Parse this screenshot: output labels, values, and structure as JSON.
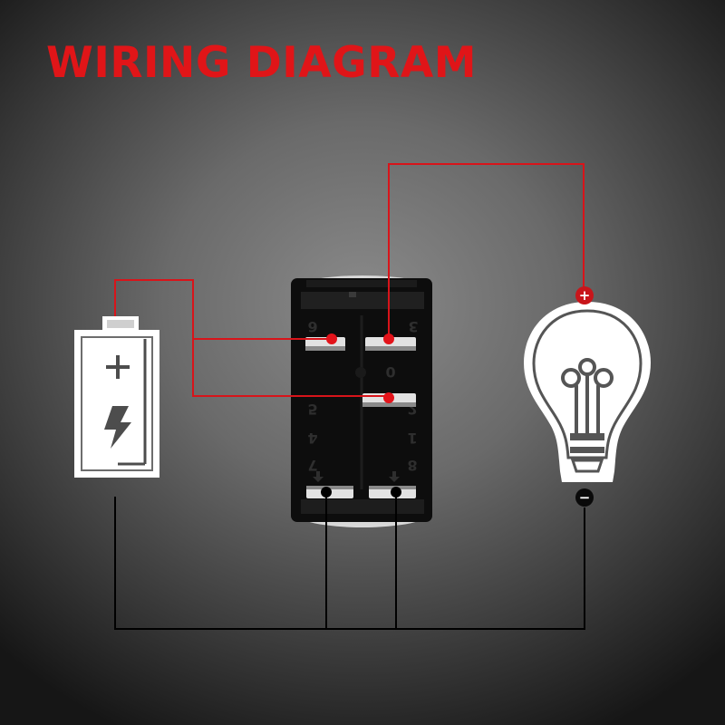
{
  "title": "WIRING DIAGRAM",
  "colors": {
    "title": "#e01518",
    "positive_wire": "#d8141a",
    "ground_wire": "#000000",
    "switch_body": "#0d0d0d",
    "icon_fill": "#ffffff"
  },
  "components": {
    "battery": {
      "icons": [
        "plus-icon",
        "lightning-bolt-icon"
      ]
    },
    "switch": {
      "pin_labels": {
        "top_left": "6",
        "top_right": "3",
        "center": "0",
        "mid_left": "5",
        "mid_right": "2",
        "low_left": "4",
        "low_right": "1",
        "bottom_left": "7",
        "bottom_right": "8"
      }
    },
    "bulb": {
      "positive_terminal": "+",
      "negative_terminal": "−"
    }
  }
}
